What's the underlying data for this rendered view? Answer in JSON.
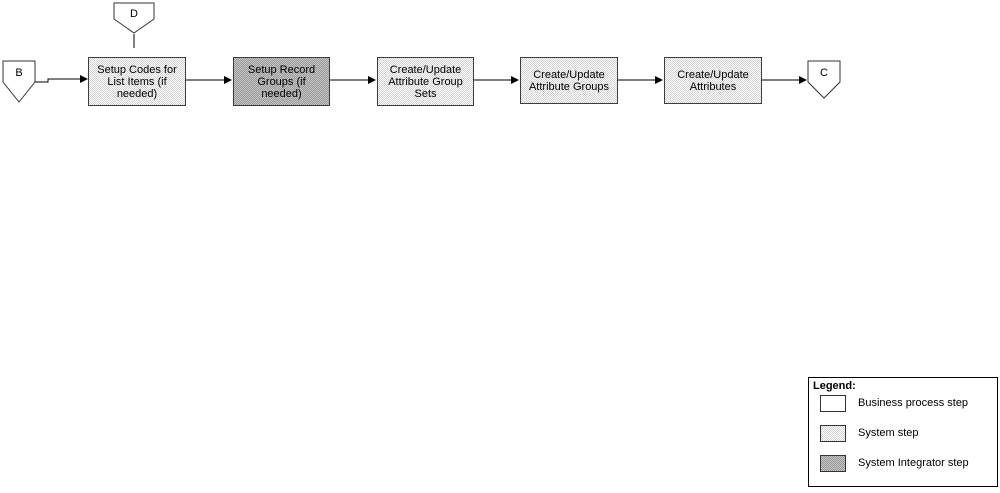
{
  "diagram": {
    "connectors": {
      "d": "D",
      "b": "B",
      "c": "C"
    },
    "steps": [
      {
        "label": "Setup Codes for List Items (if needed)",
        "type": "system"
      },
      {
        "label": "Setup Record Groups (if needed)",
        "type": "system_integrator"
      },
      {
        "label": "Create/Update Attribute Group Sets",
        "type": "system"
      },
      {
        "label": "Create/Update Attribute Groups",
        "type": "system"
      },
      {
        "label": "Create/Update Attributes",
        "type": "system"
      }
    ]
  },
  "legend": {
    "title": "Legend:",
    "items": [
      {
        "label": "Business process step",
        "color": "#ffffff"
      },
      {
        "label": "System step",
        "color": "#e6e6e6"
      },
      {
        "label": "System Integrator step",
        "color": "#b0b0b0"
      }
    ]
  },
  "colors": {
    "box_border": "#3c3c3c",
    "line": "#000000",
    "background": "#ffffff"
  }
}
